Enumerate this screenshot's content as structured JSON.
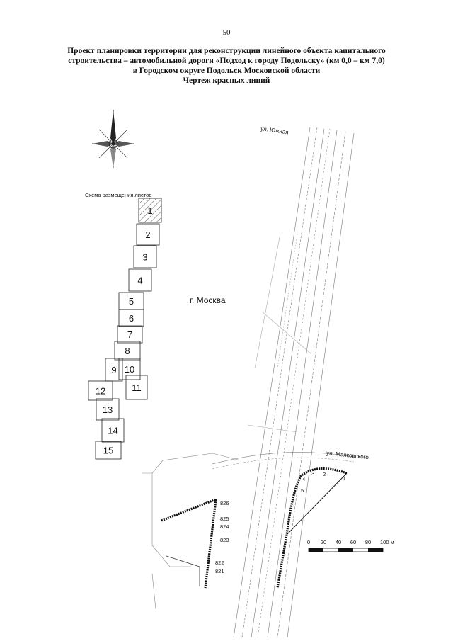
{
  "page_number": "50",
  "title": {
    "line1": "Проект планировки территории для реконструкции линейного объекта капитального",
    "line2": "строительства – автомобильной дороги «Подход к городу Подольску» (км 0,0 – км 7,0)",
    "line3": "в Городском округе Подольск Московской области",
    "line4": "Чертеж красных линий"
  },
  "compass": {
    "icon": "compass-rose-icon"
  },
  "sheet_layout": {
    "caption": "Схема размещения листов",
    "highlighted_sheet": "1",
    "sheets": [
      "1",
      "2",
      "3",
      "4",
      "5",
      "6",
      "7",
      "8",
      "9",
      "10",
      "11",
      "12",
      "13",
      "14",
      "15"
    ]
  },
  "map_labels": {
    "region": "г. Москва",
    "street_south": "ул. Южная",
    "street_mayakovsky": "ул. Маяковского"
  },
  "right_points": [
    "1",
    "2",
    "3",
    "4",
    "5"
  ],
  "left_points": [
    "826",
    "825",
    "824",
    "823",
    "822",
    "821"
  ],
  "scale_bar": {
    "ticks": [
      "0",
      "20",
      "40",
      "60",
      "80",
      "100 м"
    ]
  }
}
